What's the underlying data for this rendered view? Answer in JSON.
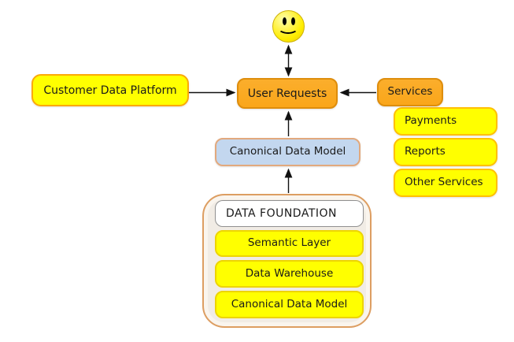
{
  "diagram": {
    "user_icon": "smiley-face-icon",
    "nodes": {
      "customer_data_platform": {
        "label": "Customer Data Platform"
      },
      "user_requests": {
        "label": "User Requests"
      },
      "services": {
        "label": "Services"
      },
      "payments": {
        "label": "Payments"
      },
      "reports": {
        "label": "Reports"
      },
      "other_services": {
        "label": "Other Services"
      },
      "canonical_data_model": {
        "label": "Canonical Data Model"
      },
      "data_foundation": {
        "title": "DATA FOUNDATION",
        "layers": [
          "Semantic Layer",
          "Data Warehouse",
          "Canonical Data Model"
        ]
      }
    },
    "connections": [
      "user <-> user_requests",
      "customer_data_platform -> user_requests",
      "services -> user_requests",
      "canonical_data_model -> user_requests",
      "data_foundation -> canonical_data_model"
    ],
    "colors": {
      "orange": "#faa61a",
      "orange_border": "#de8d0c",
      "yellow": "#ffff00",
      "gold_border": "#ffc000",
      "soft_yellow_border": "#edd400",
      "cdp_border": "#fca908",
      "blue_fill": "#c3d7ef",
      "blue_border": "#e2a97e",
      "container_fill": "#f1ece5",
      "container_border": "#dd9e62",
      "title_border": "#909090",
      "arrow": "#111111"
    }
  }
}
